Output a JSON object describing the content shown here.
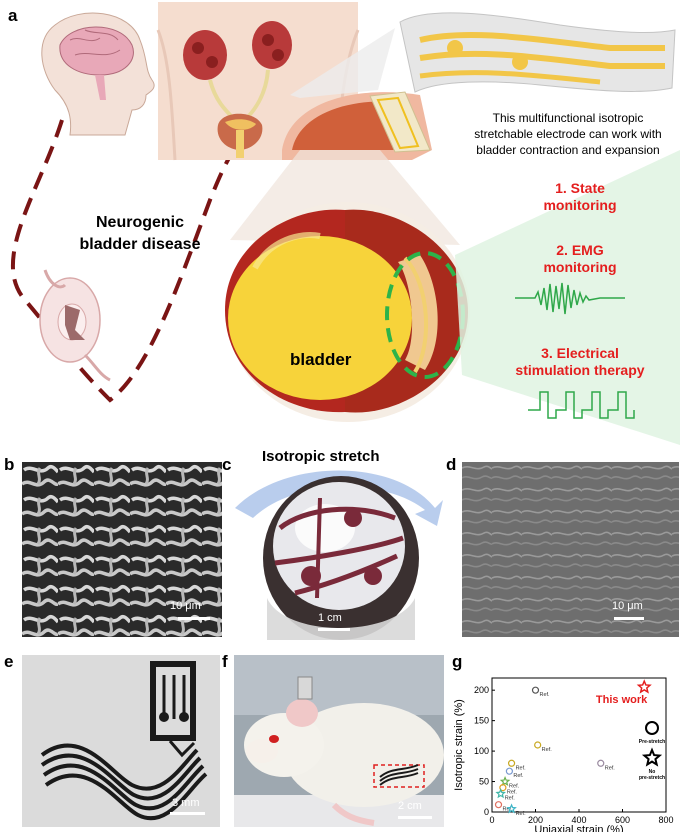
{
  "panel_a": {
    "letter": "a",
    "disease_label_line1": "Neurogenic",
    "disease_label_line2": "bladder disease",
    "organ_label": "bladder",
    "electrode_caption": [
      "This multifunctional isotropic",
      "stretchable electrode can work with",
      "bladder contraction and expansion"
    ],
    "features": [
      "1. State monitoring",
      "2. EMG monitoring",
      "3. Electrical stimulation therapy"
    ],
    "feature_lines": [
      [
        "1. State",
        "monitoring"
      ],
      [
        "2. EMG",
        "monitoring"
      ],
      [
        "3. Electrical",
        "stimulation therapy"
      ]
    ],
    "feature_color": "#e41e1e"
  },
  "panel_b": {
    "letter": "b",
    "scale": "10 μm"
  },
  "panel_c": {
    "letter": "c",
    "title": "Isotropic stretch",
    "scale": "1 cm"
  },
  "panel_d": {
    "letter": "d",
    "scale": "10 μm"
  },
  "panel_e": {
    "letter": "e",
    "scale": "3 mm"
  },
  "panel_f": {
    "letter": "f",
    "scale": "2 cm"
  },
  "panel_g": {
    "letter": "g"
  },
  "chart_data": {
    "type": "scatter",
    "xlabel": "Uniaxial strain (%)",
    "ylabel": "Isotropic strain (%)",
    "xlim": [
      0,
      800
    ],
    "ylim": [
      0,
      220
    ],
    "xticks": [
      0,
      200,
      400,
      600,
      800
    ],
    "yticks": [
      0,
      50,
      100,
      150,
      200
    ],
    "grid": false,
    "points": [
      {
        "x": 200,
        "y": 200,
        "marker": "circle",
        "color": "#555555",
        "label": "Ref."
      },
      {
        "x": 210,
        "y": 110,
        "marker": "circle",
        "color": "#c8a820",
        "label": "Ref."
      },
      {
        "x": 90,
        "y": 80,
        "marker": "circle",
        "color": "#c8a820",
        "label": "Ref."
      },
      {
        "x": 500,
        "y": 80,
        "marker": "circle",
        "color": "#9a8aa0",
        "label": "Ref."
      },
      {
        "x": 80,
        "y": 67,
        "marker": "circle",
        "color": "#7a9ad0",
        "label": "Ref."
      },
      {
        "x": 60,
        "y": 50,
        "marker": "star",
        "color": "#6ab04c",
        "label": "Ref."
      },
      {
        "x": 50,
        "y": 40,
        "marker": "circle",
        "color": "#e0a020",
        "label": "Ref."
      },
      {
        "x": 40,
        "y": 30,
        "marker": "star",
        "color": "#3fb6a8",
        "label": "Ref."
      },
      {
        "x": 30,
        "y": 12,
        "marker": "circle",
        "color": "#e07060",
        "label": "Ref."
      },
      {
        "x": 90,
        "y": 5,
        "marker": "star",
        "color": "#3fb6c8",
        "label": "Ref."
      },
      {
        "x": 700,
        "y": 205,
        "marker": "star",
        "color": "#e41e1e",
        "label": "This work"
      }
    ],
    "legend": [
      {
        "marker": "circle",
        "label": "Pre-stretch"
      },
      {
        "marker": "star",
        "label_lines": [
          "No",
          "pre-stretch"
        ]
      }
    ]
  }
}
